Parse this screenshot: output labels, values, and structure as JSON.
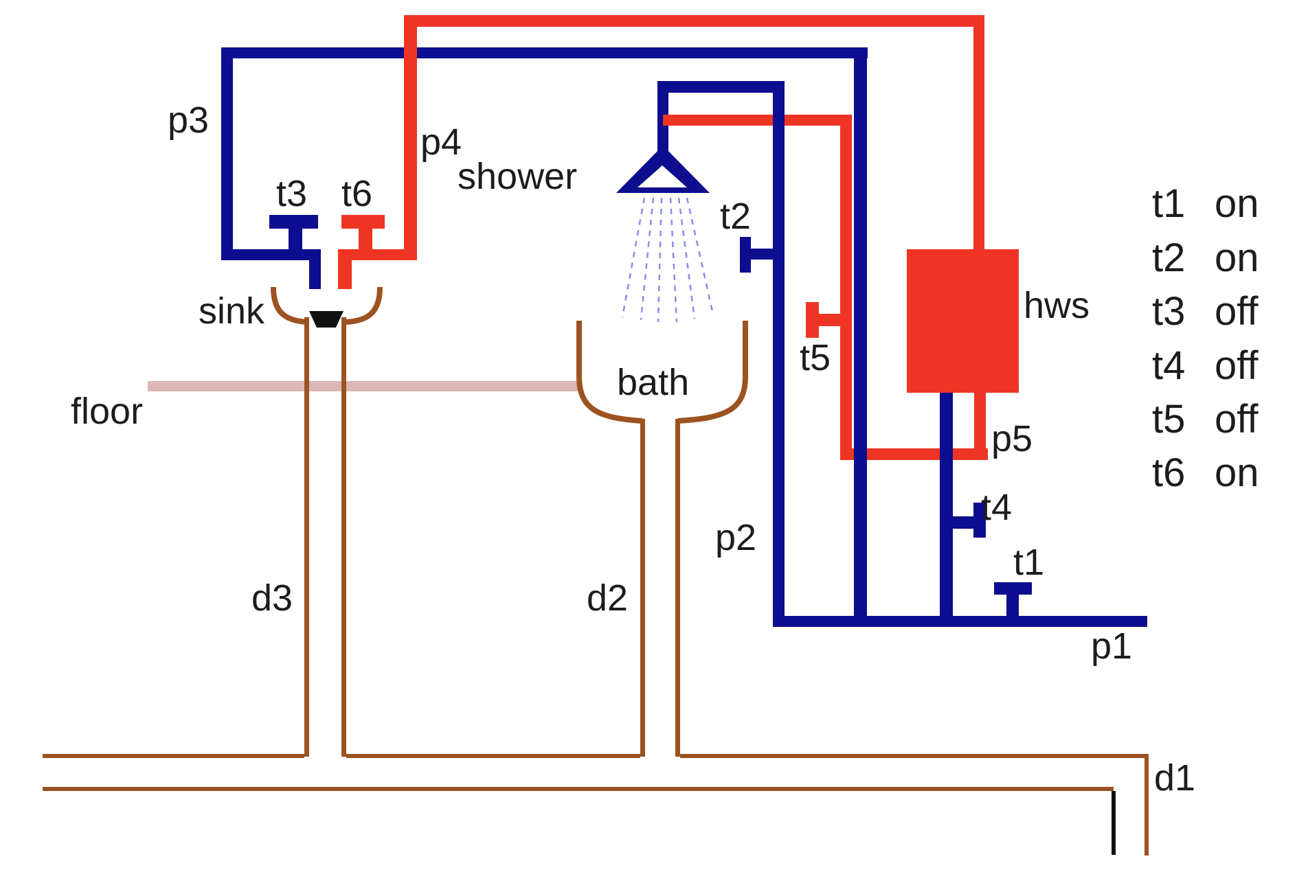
{
  "diagram_title": "bathroom-plumbing-schematic",
  "palette": {
    "cold_pipe": "#0d0d8f",
    "hot_pipe": "#ee3524",
    "drain": "#9c5221",
    "floor_line": "#ddb6b6",
    "spray": "#8a8aee",
    "ink": "#1c1c1c",
    "plug": "#111111"
  },
  "labels": {
    "p1": "p1",
    "p2": "p2",
    "p3": "p3",
    "p4": "p4",
    "p5": "p5",
    "d1": "d1",
    "d2": "d2",
    "d3": "d3",
    "t1": "t1",
    "t2": "t2",
    "t3": "t3",
    "t4": "t4",
    "t5": "t5",
    "t6": "t6",
    "sink": "sink",
    "bath": "bath",
    "shower": "shower",
    "floor": "floor",
    "hws": "hws"
  },
  "legend": {
    "rows": [
      {
        "tap": "t1",
        "state": "on"
      },
      {
        "tap": "t2",
        "state": "on"
      },
      {
        "tap": "t3",
        "state": "off"
      },
      {
        "tap": "t4",
        "state": "off"
      },
      {
        "tap": "t5",
        "state": "off"
      },
      {
        "tap": "t6",
        "state": "on"
      }
    ]
  }
}
